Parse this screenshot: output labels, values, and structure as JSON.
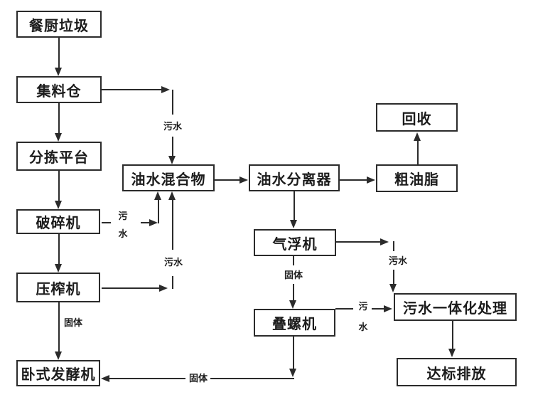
{
  "diagram": {
    "nodes": [
      {
        "id": "kitchen-waste",
        "label": "餐厨垃圾"
      },
      {
        "id": "collection-bin",
        "label": "集料仓"
      },
      {
        "id": "sorting-platform",
        "label": "分拣平台"
      },
      {
        "id": "crusher",
        "label": "破碎机"
      },
      {
        "id": "press-machine",
        "label": "压榨机"
      },
      {
        "id": "horizontal-fermenter",
        "label": "卧式发酵机"
      },
      {
        "id": "oil-water-mixture",
        "label": "油水混合物"
      },
      {
        "id": "oil-water-separator",
        "label": "油水分离器"
      },
      {
        "id": "recycle",
        "label": "回收"
      },
      {
        "id": "crude-grease",
        "label": "粗油脂"
      },
      {
        "id": "air-flotation-machine",
        "label": "气浮机"
      },
      {
        "id": "stacked-screw-machine",
        "label": "叠螺机"
      },
      {
        "id": "integrated-sewage-treatment",
        "label": "污水一体化处理"
      },
      {
        "id": "compliant-discharge",
        "label": "达标排放"
      }
    ],
    "edge_labels": {
      "sewage": "污水",
      "solid": "固体"
    },
    "colors": {
      "line": "#2b2b2b",
      "text": "#1c1c1c",
      "background": "#ffffff"
    }
  }
}
